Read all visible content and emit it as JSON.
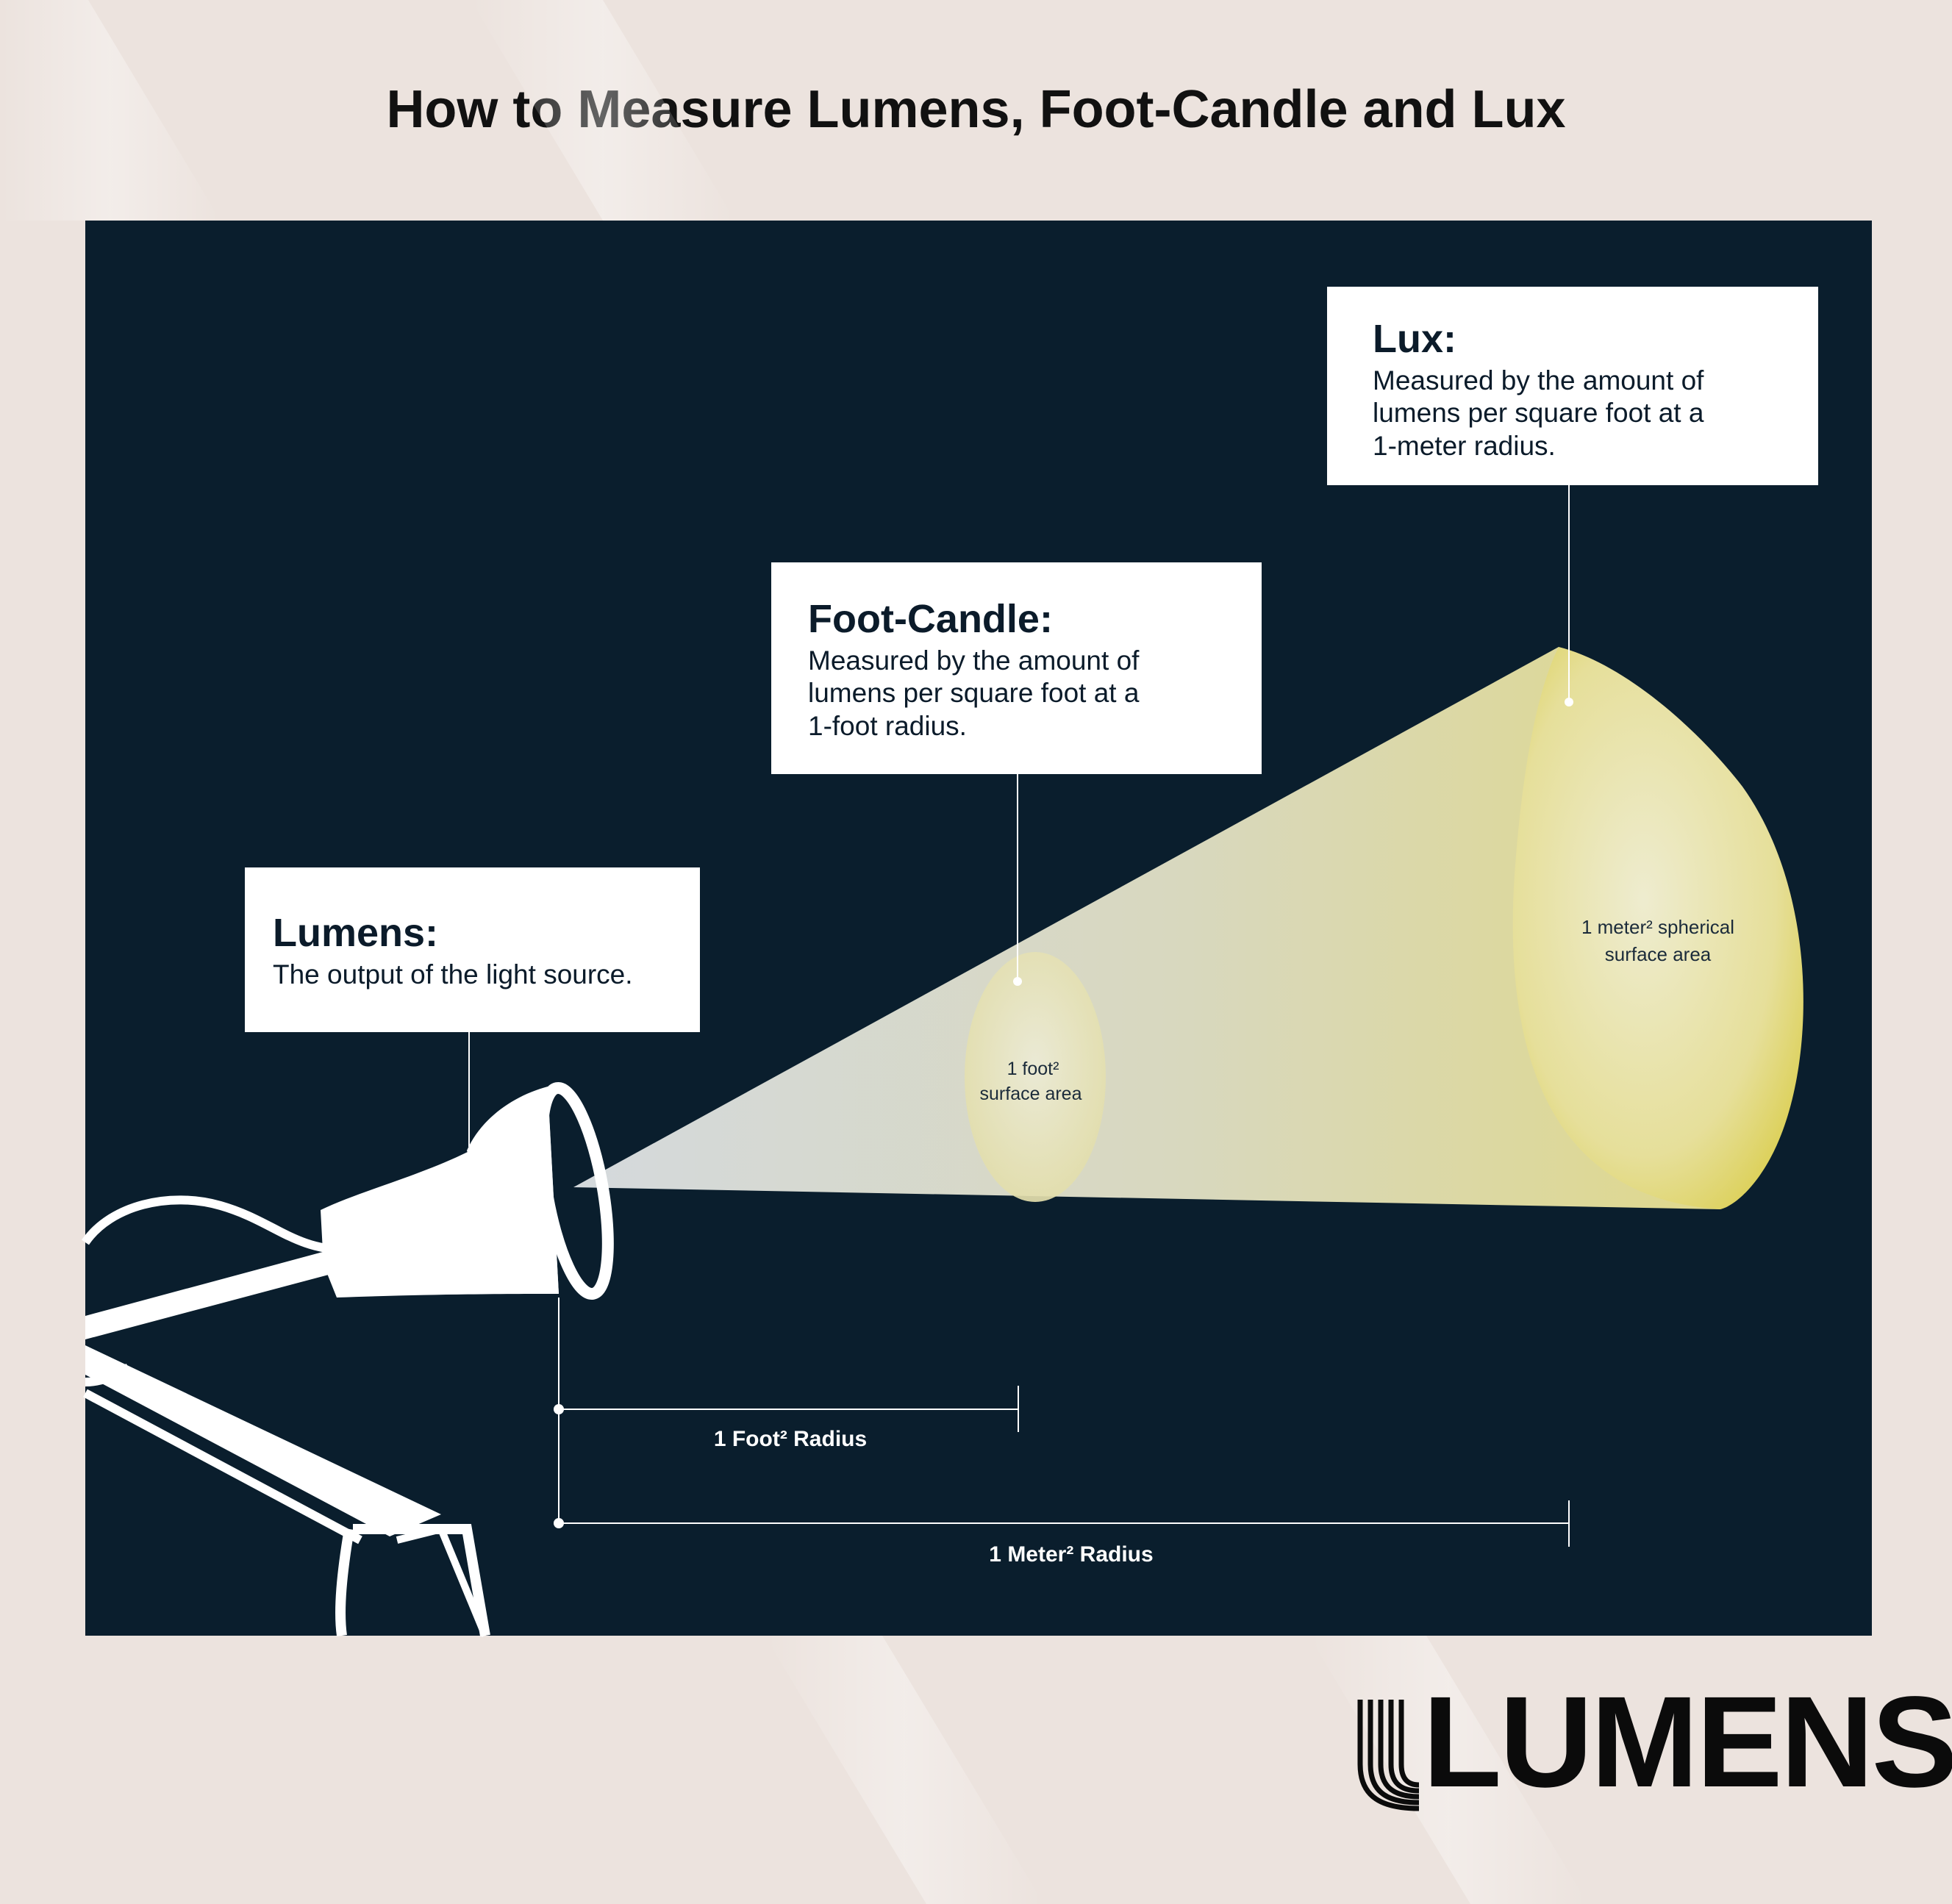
{
  "title": "How to Measure Lumens, Foot-Candle and Lux",
  "boxes": {
    "lux": {
      "heading": "Lux:",
      "lines": [
        "Measured by the amount of",
        "lumens per square foot at a",
        "1-meter radius."
      ]
    },
    "footcandle": {
      "heading": "Foot-Candle:",
      "lines": [
        "Measured by the amount of",
        "lumens per square foot at a",
        "1-foot radius."
      ]
    },
    "lumens": {
      "heading": "Lumens:",
      "lines": [
        "The output of the light source."
      ]
    }
  },
  "surfaces": {
    "foot_line1": "1 foot²",
    "foot_line2": "surface area",
    "meter_line1": "1 meter² spherical",
    "meter_line2": "surface area"
  },
  "radii": {
    "foot": "1 Foot² Radius",
    "meter": "1 Meter² Radius"
  },
  "brand": {
    "logo_text": "LUMENS"
  },
  "colors": {
    "background": "#ece3de",
    "panel": "#0a1e2d",
    "box": "#ffffff",
    "light_yellow": "#e2d86a",
    "text_dark": "#111111"
  }
}
